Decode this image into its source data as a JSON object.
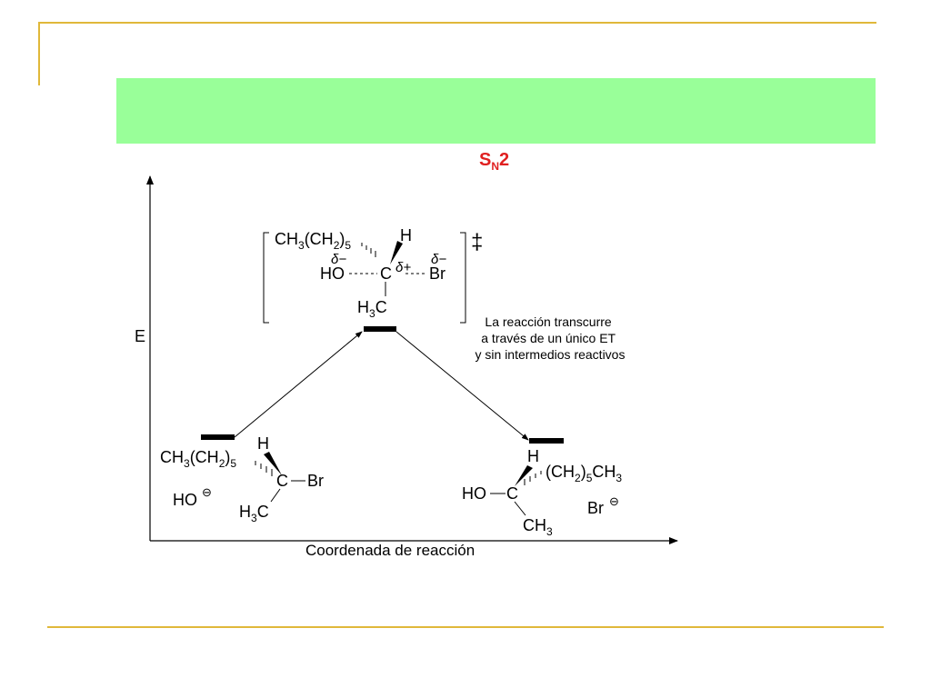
{
  "slide": {
    "title": "S",
    "title_sub": "N",
    "title_suffix": "2",
    "colors": {
      "accent_line": "#e0b83a",
      "title_band": "#99ff99",
      "title_text": "#e02020"
    }
  },
  "diagram": {
    "energy_axis_label": "E",
    "reaction_axis_label": "Coordenada de reacción",
    "ts_symbol": "‡",
    "note_lines": [
      "La reacción transcurre",
      "a través de un único ET",
      "y sin intermedios reactivos"
    ],
    "transition_state": {
      "chain": "CH",
      "chain_sub1": "3",
      "chain_mid": "(CH",
      "chain_sub2": "2",
      "chain_end": ")",
      "chain_sub3": "5",
      "h": "H",
      "ho": "HO",
      "c": "C",
      "br": "Br",
      "delta_minus": "δ−",
      "delta_plus": "δ+",
      "h3c": "H",
      "h3c_sub": "3",
      "h3c_end": "C"
    },
    "reactant": {
      "chain": "CH",
      "chain_sub1": "3",
      "chain_mid": "(CH",
      "chain_sub2": "2",
      "chain_end": ")",
      "chain_sub3": "5",
      "h": "H",
      "c": "C",
      "br": "Br",
      "nucleophile": "HO",
      "charge": "⊖",
      "h3c": "H",
      "h3c_sub": "3",
      "h3c_end": "C"
    },
    "product": {
      "h": "H",
      "ho": "HO",
      "c": "C",
      "chain": "(CH",
      "chain_sub1": "2",
      "chain_mid": ")",
      "chain_sub2": "5",
      "chain_end": "CH",
      "chain_sub3": "3",
      "ch3": "CH",
      "ch3_sub": "3",
      "leaving": "Br",
      "charge": "⊖"
    }
  }
}
